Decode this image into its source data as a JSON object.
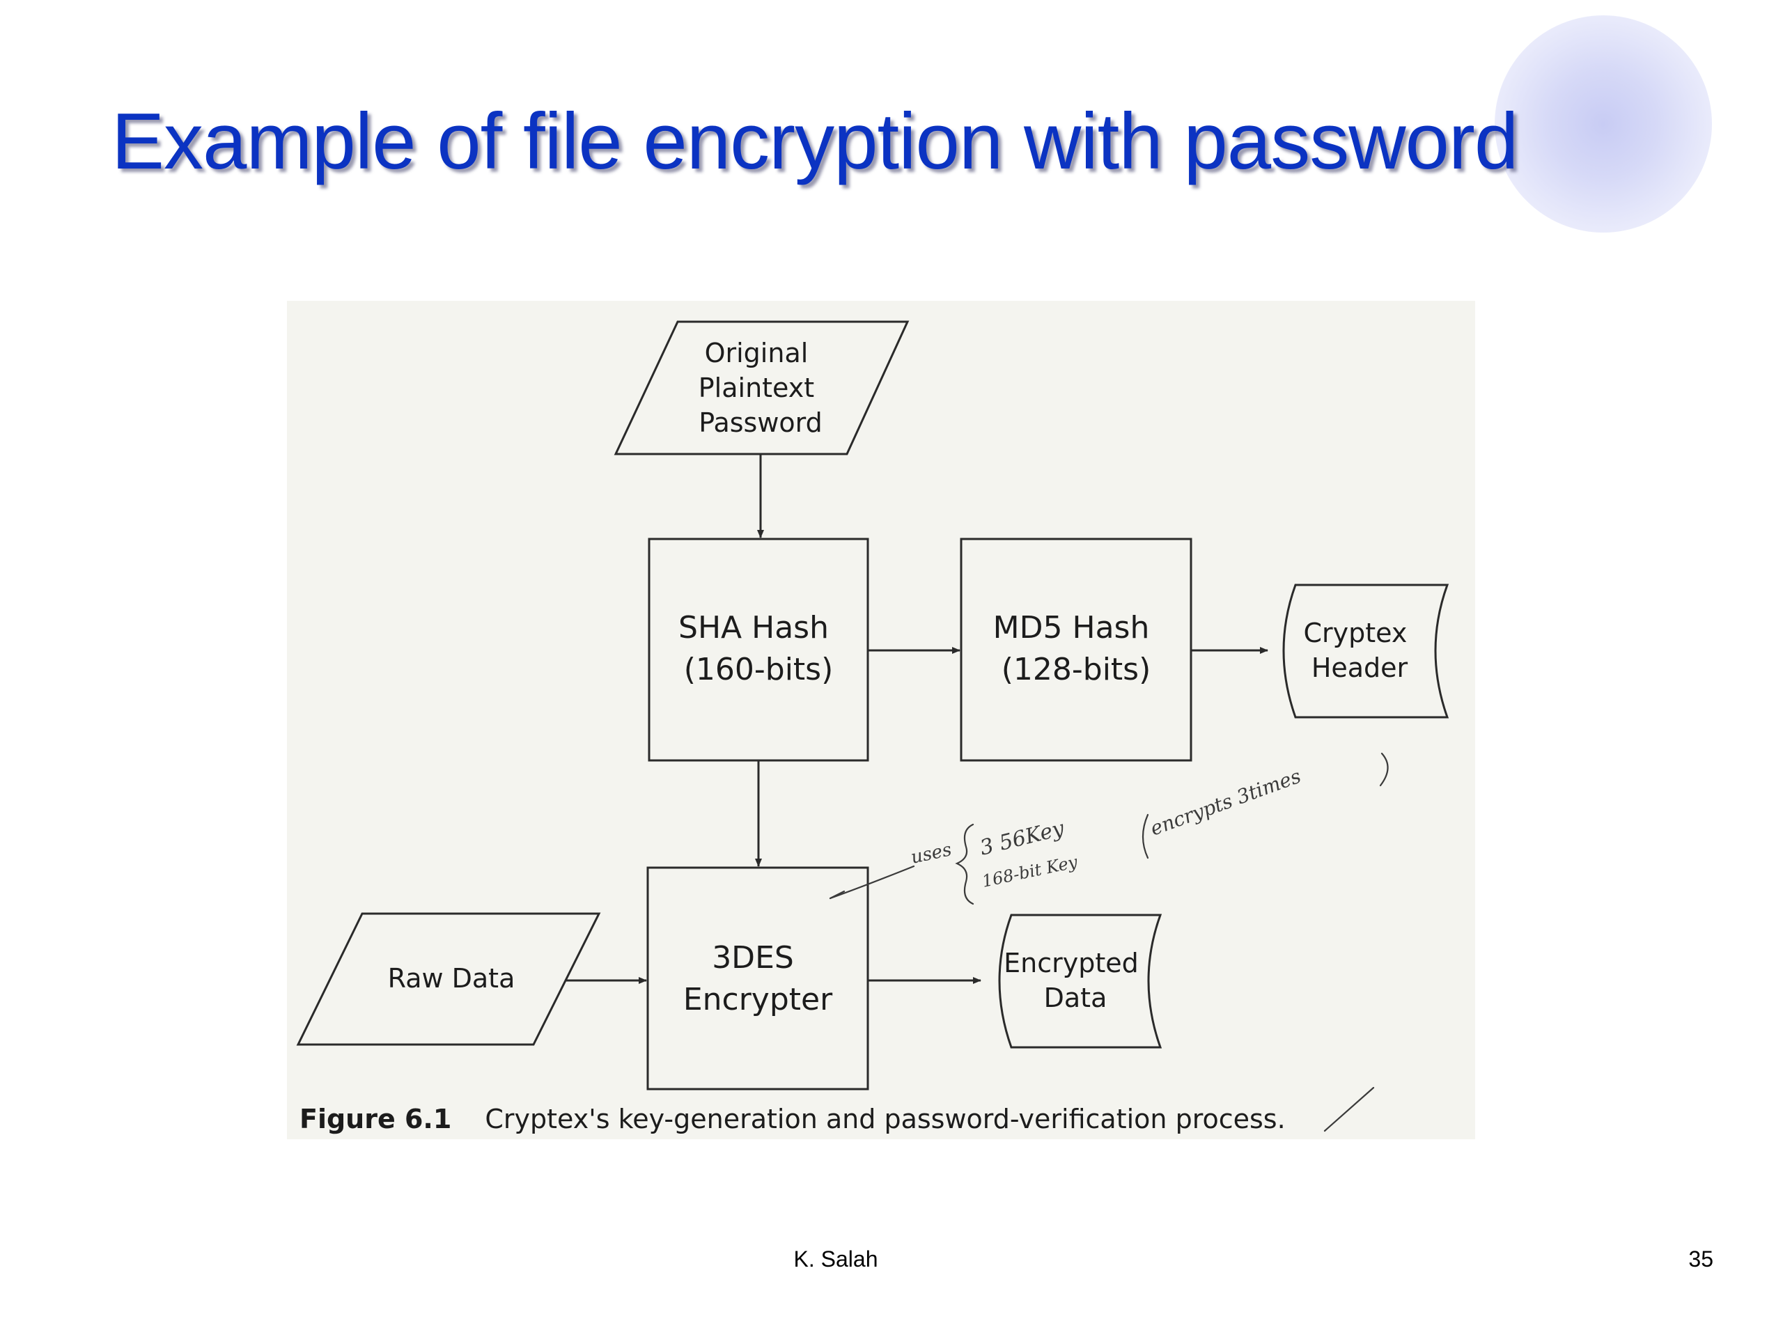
{
  "slide": {
    "title": "Example of file encryption with password",
    "author": "K. Salah",
    "page_number": "35"
  },
  "figure": {
    "nodes": {
      "original_password": [
        "Original",
        "Plaintext",
        "Password"
      ],
      "sha_hash": [
        "SHA Hash",
        "(160-bits)"
      ],
      "md5_hash": [
        "MD5 Hash",
        "(128-bits)"
      ],
      "cryptex_header": [
        "Cryptex",
        "Header"
      ],
      "raw_data": [
        "Raw Data"
      ],
      "des_encrypter": [
        "3DES",
        "Encrypter"
      ],
      "encrypted_data": [
        "Encrypted",
        "Data"
      ]
    },
    "caption_label": "Figure 6.1",
    "caption_text": "Cryptex's key-generation and password-verification process.",
    "handwritten_notes": {
      "uses": "uses",
      "key": "3 56Key",
      "bit": "168-bit Key",
      "encrypts": "encrypts 3times"
    }
  },
  "colors": {
    "title": "#0b33c2",
    "figure_background": "#f4f4ef",
    "ink": "#1c1c1c"
  }
}
